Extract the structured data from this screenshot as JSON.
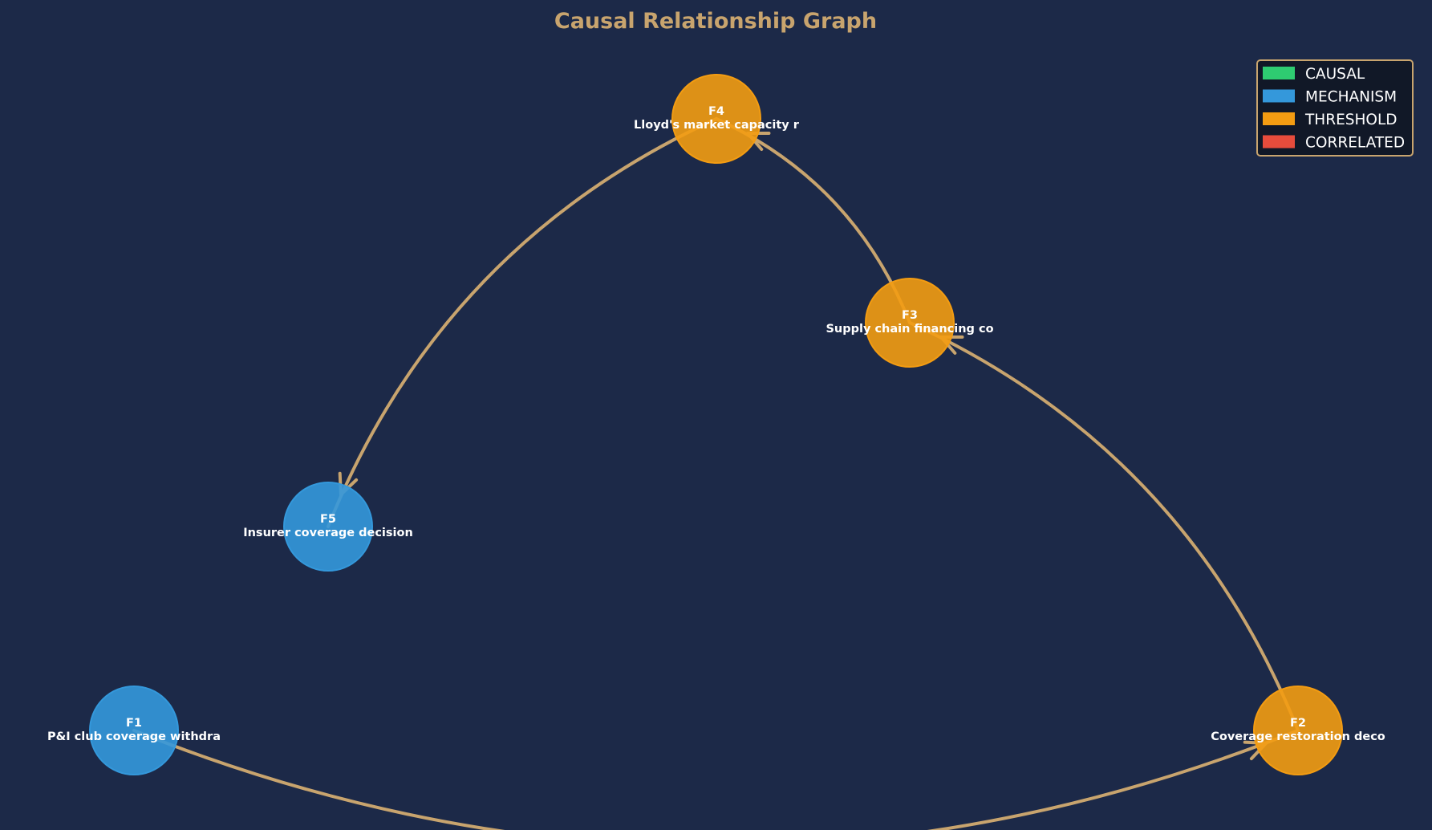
{
  "title": "Causal Relationship Graph",
  "legend": [
    {
      "label": "CAUSAL",
      "color": "#2ecc71"
    },
    {
      "label": "MECHANISM",
      "color": "#3498db"
    },
    {
      "label": "THRESHOLD",
      "color": "#f39c12"
    },
    {
      "label": "CORRELATED",
      "color": "#e74c3c"
    }
  ],
  "edge_color": "#c8a46e",
  "nodes": [
    {
      "id": "F1",
      "label": "P&I club coverage withdra",
      "type": "MECHANISM"
    },
    {
      "id": "F2",
      "label": "Coverage restoration deco",
      "type": "THRESHOLD"
    },
    {
      "id": "F3",
      "label": "Supply chain financing co",
      "type": "THRESHOLD"
    },
    {
      "id": "F4",
      "label": "Lloyd's market capacity r",
      "type": "THRESHOLD"
    },
    {
      "id": "F5",
      "label": "Insurer coverage decision",
      "type": "MECHANISM"
    }
  ],
  "edges": [
    {
      "from": "F1",
      "to": "F2"
    },
    {
      "from": "F2",
      "to": "F3"
    },
    {
      "from": "F3",
      "to": "F4"
    },
    {
      "from": "F4",
      "to": "F5"
    }
  ]
}
